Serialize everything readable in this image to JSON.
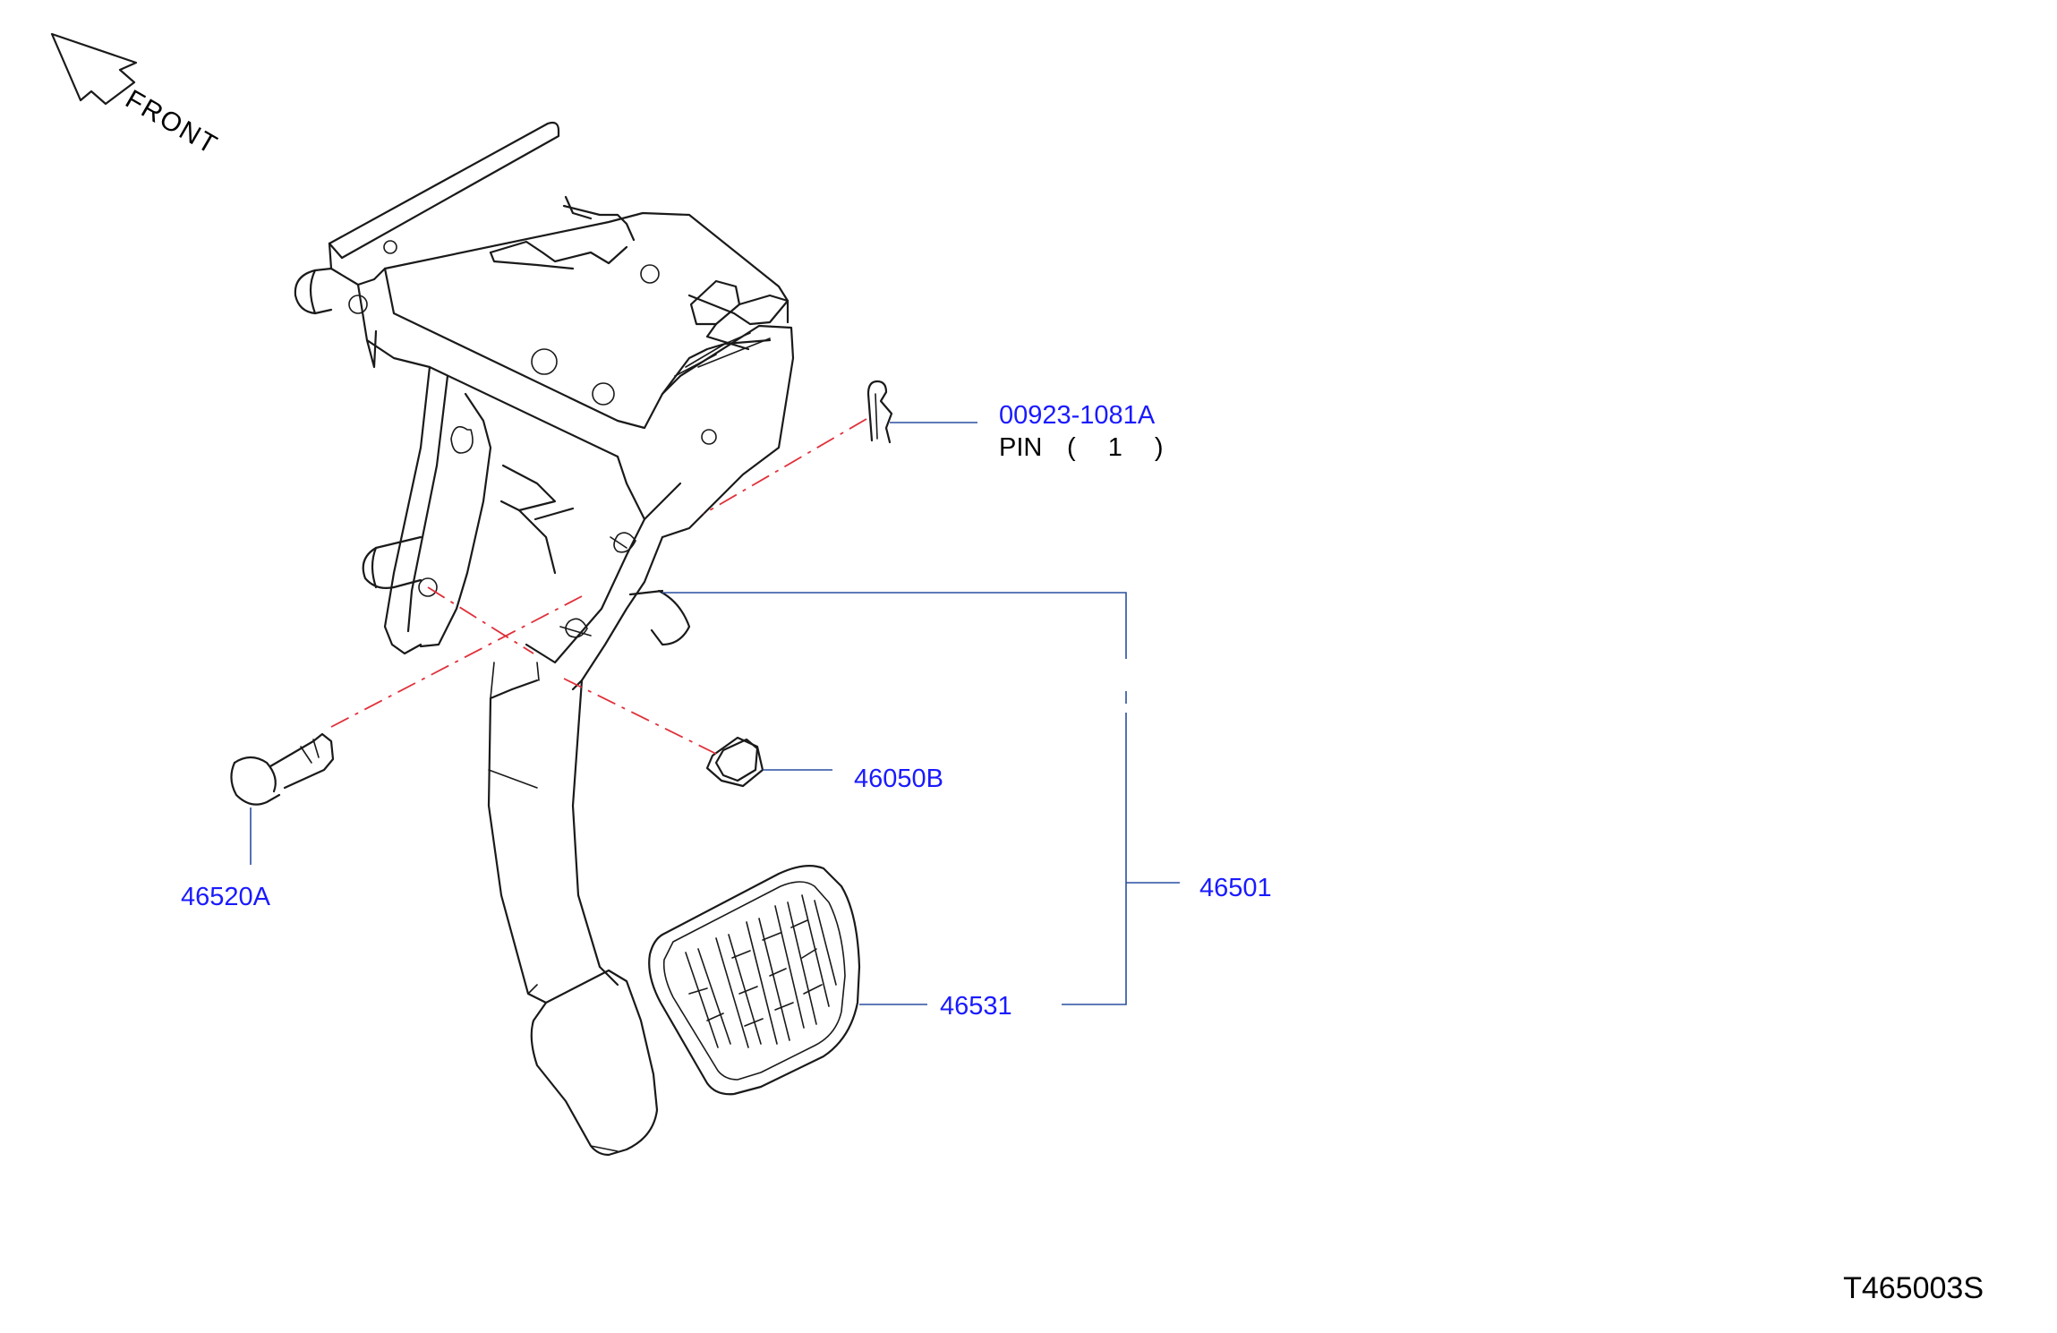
{
  "orientation": {
    "label": "FRONT",
    "icon": "front-arrow-icon"
  },
  "callouts": [
    {
      "id": "pin",
      "part_number": "00923-1081A",
      "description": "PIN",
      "qty": "( 1 )"
    },
    {
      "id": "bushing",
      "part_number": "46050B"
    },
    {
      "id": "clevis-pin",
      "part_number": "46520A"
    },
    {
      "id": "pedal-assembly",
      "part_number": "46501"
    },
    {
      "id": "pedal-pad",
      "part_number": "46531"
    }
  ],
  "diagram_code": "T465003S",
  "colors": {
    "callout_text": "#1a1aff",
    "leader_line": "#2a4fa0",
    "centerline": "#e0303a",
    "outline": "#1a1a1a"
  }
}
